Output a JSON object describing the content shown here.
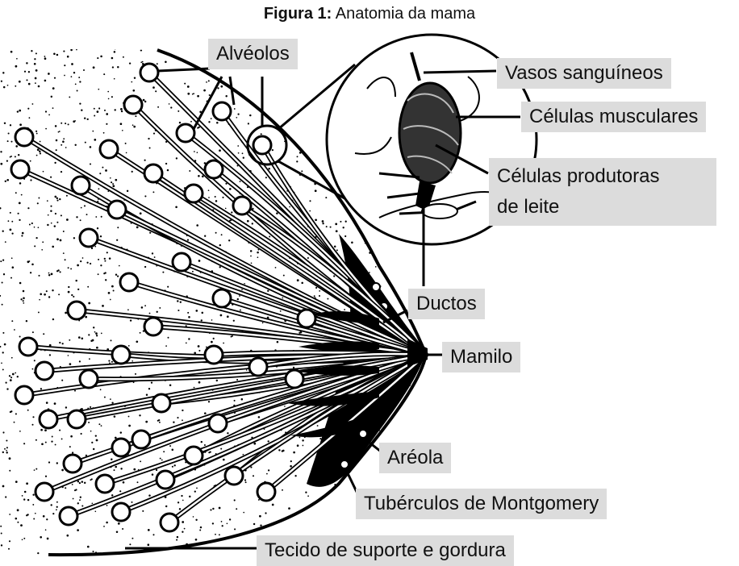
{
  "figure": {
    "title_bold": "Figura 1:",
    "title_rest": " Anatomia da mama"
  },
  "labels": {
    "alveolos": "Alvéolos",
    "vasos": "Vasos sanguíneos",
    "musculares": "Células musculares",
    "produtoras_l1": "Células produtoras",
    "produtoras_l2": "de leite",
    "ductos": "Ductos",
    "mamilo": "Mamilo",
    "areola": "Aréola",
    "tuberculos": "Tubérculos de Montgomery",
    "tecido": "Tecido de suporte e gordura"
  },
  "colors": {
    "ink": "#000000",
    "label_bg": "#dcdcdc",
    "background": "#ffffff"
  }
}
